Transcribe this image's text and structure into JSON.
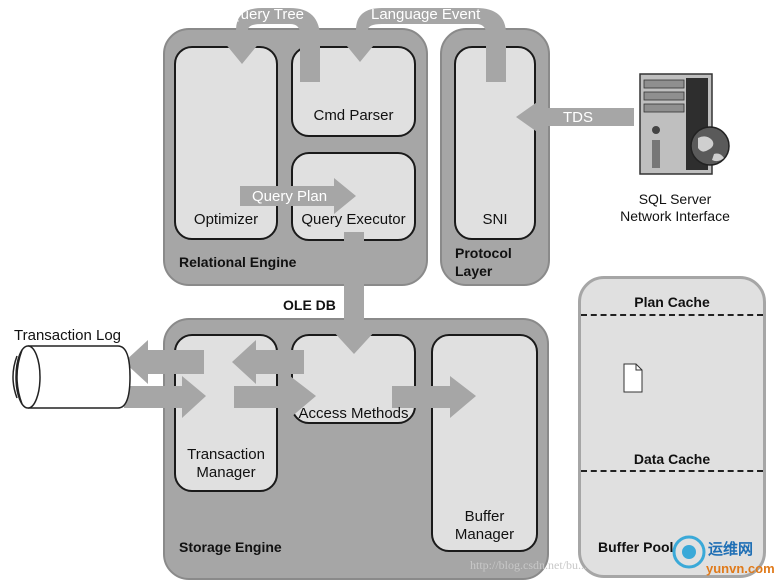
{
  "relational_engine": {
    "title": "Relational Engine",
    "optimizer": "Optimizer",
    "cmd_parser": "Cmd Parser",
    "query_executor": "Query Executor"
  },
  "protocol_layer": {
    "title_line1": "Protocol",
    "title_line2": "Layer",
    "sni": "SNI"
  },
  "storage_engine": {
    "title": "Storage Engine",
    "transaction_manager_line1": "Transaction",
    "transaction_manager_line2": "Manager",
    "access_methods": "Access Methods",
    "buffer_manager_line1": "Buffer",
    "buffer_manager_line2": "Manager"
  },
  "buffer_pool": {
    "title": "Buffer Pool",
    "plan_cache": "Plan Cache",
    "data_cache": "Data Cache"
  },
  "flows": {
    "query_tree": "Query Tree",
    "language_event": "Language Event",
    "query_plan": "Query Plan",
    "tds": "TDS",
    "ole_db": "OLE DB"
  },
  "client": {
    "line1": "SQL Server",
    "line2": "Network Interface"
  },
  "transaction_log": "Transaction Log",
  "watermark": {
    "url": "http://blog.csdn.net/bu...",
    "brand": "运维网",
    "site": "yunvn.com"
  }
}
